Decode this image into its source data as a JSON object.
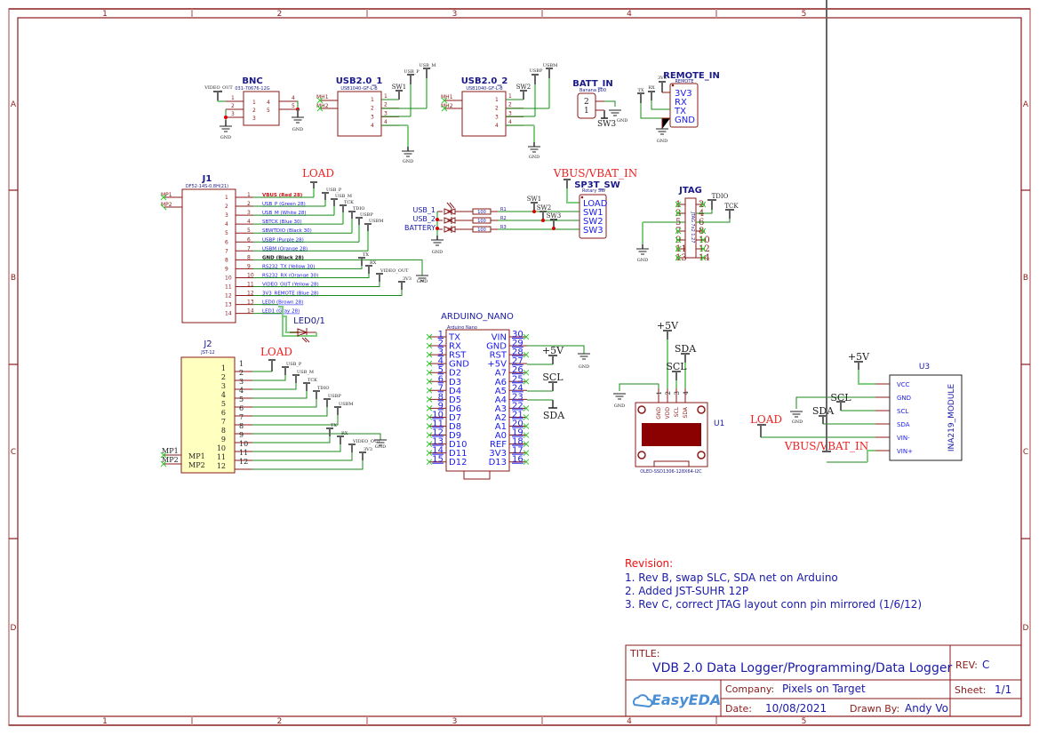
{
  "frame": {
    "columns": [
      "1",
      "2",
      "3",
      "4",
      "5"
    ],
    "rows": [
      "A",
      "B",
      "C",
      "D"
    ]
  },
  "components": {
    "bnc": {
      "designator": "BNC",
      "part": "031-70676-12G",
      "pins_left": [
        "1",
        "2",
        "3"
      ],
      "pins_right": [
        "4",
        "5"
      ],
      "inner": [
        "1",
        "4",
        "2",
        "5",
        "3"
      ]
    },
    "usb1": {
      "designator": "USB2.0_1",
      "part": "USB1040-GF-L-B",
      "mh": [
        "MH1",
        "MH2"
      ],
      "pins": [
        "1",
        "2",
        "3",
        "4"
      ]
    },
    "usb2": {
      "designator": "USB2.0_2",
      "part": "USB1040-GF-L-B",
      "mh": [
        "MH1",
        "MH2"
      ],
      "pins": [
        "1",
        "2",
        "3",
        "4"
      ]
    },
    "batt": {
      "designator": "BATT_IN",
      "part": "Banana p00",
      "pins": [
        "2",
        "1"
      ]
    },
    "remote": {
      "designator": "REMOTE_IN",
      "part": "REMOTE",
      "pins": [
        "3V3",
        "RX",
        "TX",
        "GND"
      ]
    },
    "j1": {
      "designator": "J1",
      "part": "DF52-14S-0.8H(21)",
      "mp": [
        "MP1",
        "MP2"
      ],
      "pins": [
        "1",
        "2",
        "3",
        "4",
        "5",
        "6",
        "7",
        "8",
        "9",
        "10",
        "11",
        "12",
        "13",
        "14"
      ],
      "wires": [
        "VBUS (Red 28)",
        "USB_P (Green 28)",
        "USB_M (White 28)",
        "SBTCK (Blue 30)",
        "SBWTDIO (Black 30)",
        "USBP (Purple 28)",
        "USBM (Orange 28)",
        "GND (Black 28)",
        "RS232_TX (Yellow 30)",
        "RS232_RX (Orange 30)",
        "VIDEO_OUT (Yellow 28)",
        "3V3_REMOTE (Blue 28)",
        "LED0 (Brown 28)",
        "LED1 (Gray 28)"
      ]
    },
    "led01": {
      "designator": "LED0/1"
    },
    "sp3t": {
      "designator": "SP3T_SW",
      "part": "Rotary SW",
      "pins": [
        "LOAD",
        "SW1",
        "SW2",
        "SW3"
      ],
      "leds": [
        "USB_1",
        "USB_2",
        "BATTERY"
      ],
      "resistors": [
        {
          "value": "100",
          "ref": "R1"
        },
        {
          "value": "100",
          "ref": "R2"
        },
        {
          "value": "100",
          "ref": "R3"
        }
      ]
    },
    "jtag": {
      "designator": "JTAG",
      "part": "JTAG 7x2 1.27",
      "pins_left": [
        "1",
        "3",
        "5",
        "7",
        "9",
        "11",
        "13"
      ],
      "pins_right": [
        "2",
        "4",
        "6",
        "8",
        "10",
        "12",
        "14"
      ]
    },
    "j2": {
      "designator": "J2",
      "part": "JST-12",
      "pins": [
        "1",
        "2",
        "3",
        "4",
        "5",
        "6",
        "7",
        "8",
        "9",
        "10",
        "11",
        "12"
      ],
      "mp": [
        "MP1",
        "MP2"
      ]
    },
    "nano": {
      "title": "ARDUINO_NANO",
      "part": "Arduino Nano",
      "left": [
        {
          "n": "1",
          "name": "TX"
        },
        {
          "n": "2",
          "name": "RX"
        },
        {
          "n": "3",
          "name": "RST"
        },
        {
          "n": "4",
          "name": "GND"
        },
        {
          "n": "5",
          "name": "D2"
        },
        {
          "n": "6",
          "name": "D3"
        },
        {
          "n": "7",
          "name": "D4"
        },
        {
          "n": "8",
          "name": "D5"
        },
        {
          "n": "9",
          "name": "D6"
        },
        {
          "n": "10",
          "name": "D7"
        },
        {
          "n": "11",
          "name": "D8"
        },
        {
          "n": "12",
          "name": "D9"
        },
        {
          "n": "13",
          "name": "D10"
        },
        {
          "n": "14",
          "name": "D11"
        },
        {
          "n": "15",
          "name": "D12"
        }
      ],
      "right": [
        {
          "n": "30",
          "name": "VIN"
        },
        {
          "n": "29",
          "name": "GND"
        },
        {
          "n": "28",
          "name": "RST"
        },
        {
          "n": "27",
          "name": "+5V"
        },
        {
          "n": "26",
          "name": "A7"
        },
        {
          "n": "25",
          "name": "A6"
        },
        {
          "n": "24",
          "name": "A5"
        },
        {
          "n": "23",
          "name": "A4"
        },
        {
          "n": "22",
          "name": "A3"
        },
        {
          "n": "21",
          "name": "A2"
        },
        {
          "n": "20",
          "name": "A1"
        },
        {
          "n": "19",
          "name": "A0"
        },
        {
          "n": "18",
          "name": "REF"
        },
        {
          "n": "17",
          "name": "3V3"
        },
        {
          "n": "16",
          "name": "D13"
        }
      ]
    },
    "oled": {
      "designator": "U1",
      "part": "OLED-SSD1306-128X64-I2C",
      "pins": [
        {
          "n": "1",
          "name": "GND"
        },
        {
          "n": "2",
          "name": "VDD"
        },
        {
          "n": "3",
          "name": "SCL"
        },
        {
          "n": "4",
          "name": "SDA"
        }
      ]
    },
    "ina": {
      "designator": "U3",
      "module": "INA219_MODULE",
      "pins": [
        "VCC",
        "GND",
        "SCL",
        "SDA",
        "VIN-",
        "VIN+"
      ]
    }
  },
  "nets": {
    "video_out": "VIDEO_OUT",
    "gnd": "GND",
    "sw1": "SW1",
    "sw2": "SW2",
    "sw3": "SW3",
    "usb_p": "USB_P",
    "usb_m": "USB_M",
    "usbp": "USBP",
    "usbm": "USBM",
    "v3v3": "3V3",
    "rx": "RX",
    "tx": "TX",
    "load": "LOAD",
    "vbus": "VBUS/VBAT_IN",
    "tck": "TCK",
    "tdio": "TDIO",
    "p5v": "+5V",
    "scl": "SCL",
    "sda": "SDA"
  },
  "revision": {
    "heading": "Revision:",
    "items": [
      "1. Rev B, swap SLC, SDA net on Arduino",
      "2. Added JST-SUHR 12P",
      "3. Rev C, correct JTAG layout conn pin mirrored (1/6/12)"
    ]
  },
  "title_block": {
    "title_label": "TITLE:",
    "title": "VDB 2.0 Data Logger/Programming/Data Logger",
    "rev_label": "REV:",
    "rev": "C",
    "company_label": "Company:",
    "company": "Pixels on Target",
    "sheet_label": "Sheet:",
    "sheet": "1/1",
    "date_label": "Date:",
    "date": "10/08/2021",
    "drawn_label": "Drawn By:",
    "drawn": "Andy Vo",
    "logo": "EasyEDA"
  }
}
